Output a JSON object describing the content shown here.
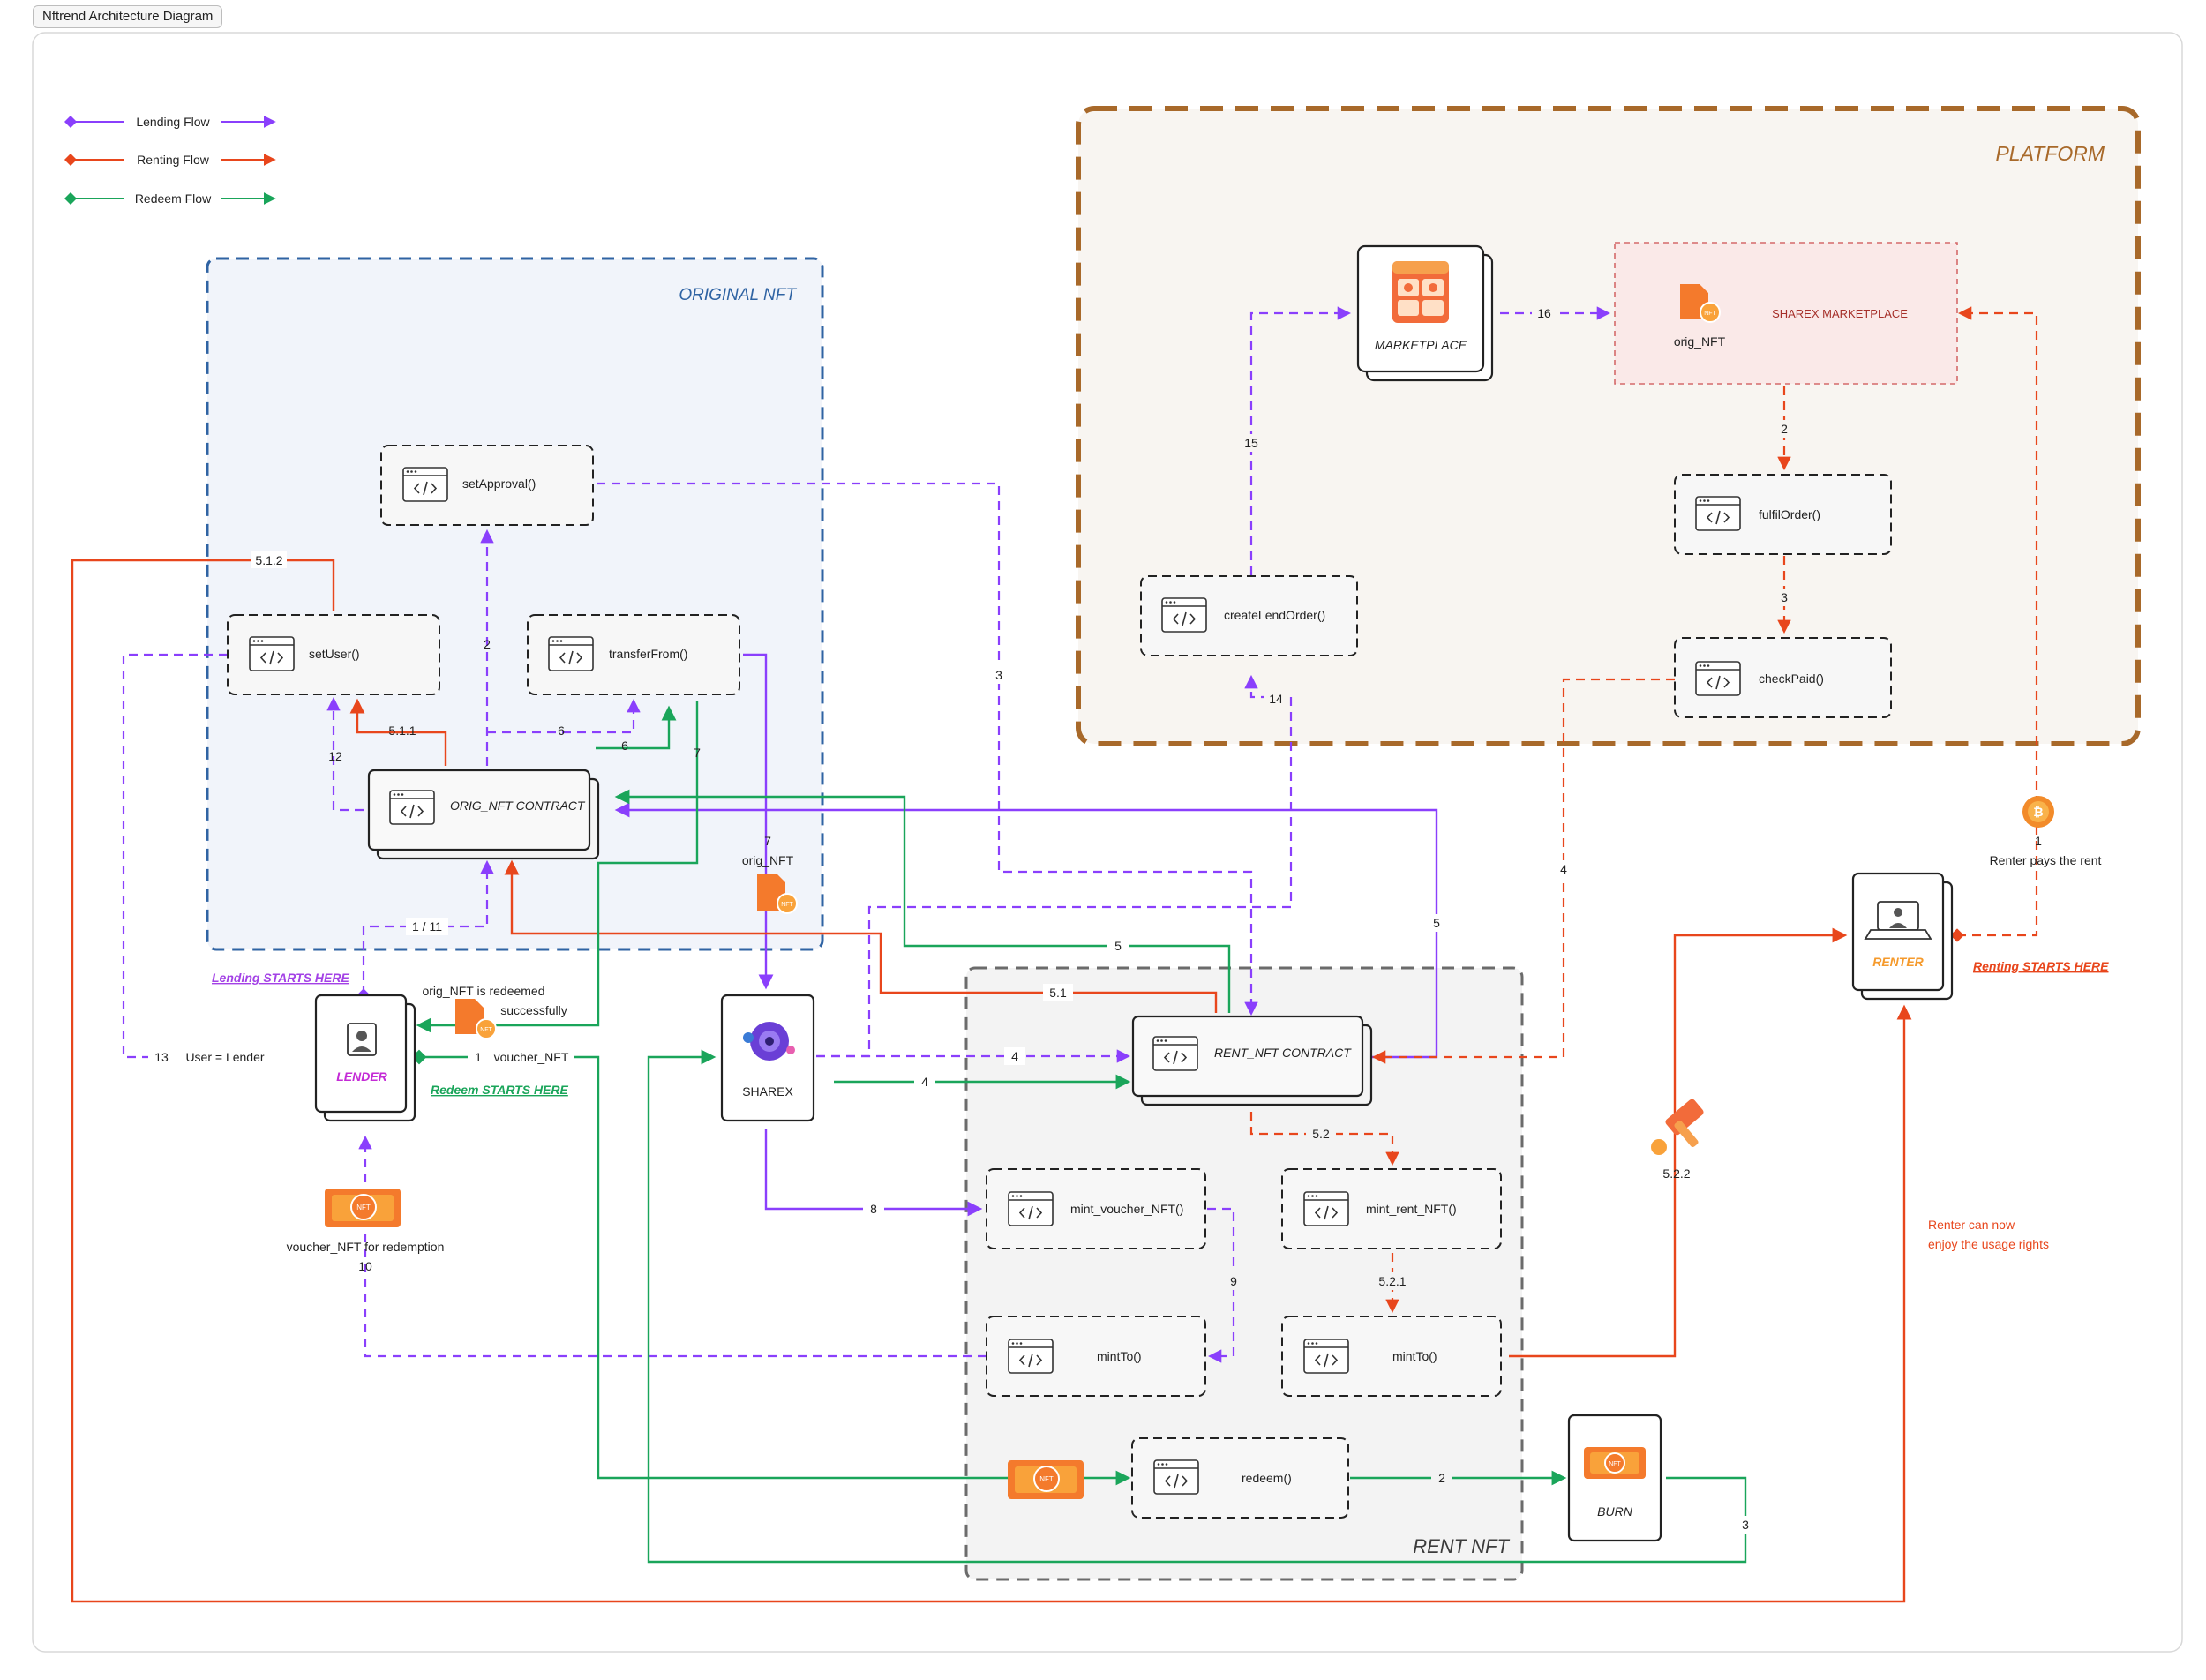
{
  "title": "Nftrend Architecture Diagram",
  "legend": {
    "lending": "Lending Flow",
    "renting": "Renting Flow",
    "redeem": "Redeem Flow"
  },
  "colors": {
    "lending": "#8a3ffc",
    "renting": "#e8461c",
    "redeem": "#1aa55a",
    "original_border": "#2f63a3",
    "platform_border": "#a8692a",
    "rent_border": "#6b6b6b"
  },
  "regions": {
    "original": "ORIGINAL NFT",
    "platform": "PLATFORM",
    "rent": "RENT NFT"
  },
  "functions": {
    "set_approval": "setApproval()",
    "set_user": "setUser()",
    "transfer_from": "transferFrom()",
    "orig_contract": "ORIG_NFT CONTRACT",
    "create_lend_order": "createLendOrder()",
    "fulfil_order": "fulfilOrder()",
    "check_paid": "checkPaid()",
    "rent_contract": "RENT_NFT CONTRACT",
    "mint_voucher": "mint_voucher_NFT()",
    "mint_rent": "mint_rent_NFT()",
    "mint_to_left": "mintTo()",
    "mint_to_right": "mintTo()",
    "redeem": "redeem()"
  },
  "actors": {
    "marketplace": "MARKETPLACE",
    "sharex_marketplace": "SHAREX MARKETPLACE",
    "orig_nft_market": "orig_NFT",
    "lender": "LENDER",
    "sharex": "SHAREX",
    "renter": "RENTER",
    "burn": "BURN"
  },
  "starts": {
    "lending": "Lending STARTS HERE",
    "redeem": "Redeem STARTS HERE",
    "renting": "Renting STARTS HERE"
  },
  "labels": {
    "l_512": "5.1.2",
    "l_2a": "2",
    "l_3a": "3",
    "l_511": "5.1.1",
    "l_6a": "6",
    "l_6b": "6",
    "l_12": "12",
    "l_7a": "7",
    "l_7b": "7",
    "orig_nft_mid": "orig_NFT",
    "l_111": "1 / 11",
    "redeemed_1": "orig_NFT is redeemed",
    "redeemed_2": "successfully",
    "l_13": "13",
    "user_lender": "User = Lender",
    "l_1v": "1",
    "voucher_nft": "voucher_NFT",
    "voucher_1": "voucher_NFT for redemption",
    "voucher_2": "10",
    "l_15": "15",
    "l_16": "16",
    "l_14": "14",
    "l_2p": "2",
    "l_3p": "3",
    "l_4p": "4",
    "l_5a": "5",
    "l_5b": "5",
    "l_51": "5.1",
    "l_4a": "4",
    "l_4b": "4",
    "l_52": "5.2",
    "l_8": "8",
    "l_9": "9",
    "l_521": "5.2.1",
    "l_522": "5.2.2",
    "l_2r": "2",
    "l_3r": "3",
    "l_1r": "1",
    "renter_pays": "Renter pays the rent",
    "renter_enjoy_1": "Renter can now",
    "renter_enjoy_2": "enjoy the usage rights"
  }
}
